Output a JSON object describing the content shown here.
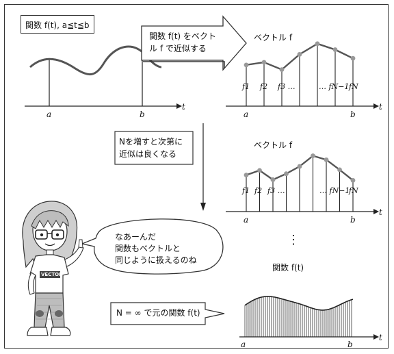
{
  "panel1": {
    "box_label": "関数 f(t), a≦t≦b",
    "axis_t": "t",
    "label_a": "a",
    "label_b": "b"
  },
  "arrow_note": "関数 f(t) をベクト\nル f で近似する",
  "panel2": {
    "title": "ベクトル f",
    "labels": [
      "f1",
      "f2",
      "f3 …",
      "… fN−1",
      "fN"
    ],
    "axis_t": "t",
    "label_a": "a",
    "label_b": "b",
    "values": [
      0.62,
      0.66,
      0.55,
      0.78,
      0.94,
      0.85,
      0.72
    ]
  },
  "side_note": "Nを増すと次第に\n近似は良くなる",
  "panel3": {
    "title": "ベクトル f",
    "labels": [
      "f1",
      "f2",
      "f3 …",
      "… fN−1",
      "fN"
    ],
    "axis_t": "t",
    "label_a": "a",
    "label_b": "b",
    "values": [
      0.55,
      0.62,
      0.48,
      0.57,
      0.68,
      0.84,
      0.78,
      0.63,
      0.47
    ]
  },
  "dots": "⋮",
  "speech": "なあーんだ\n関数もベクトルと\n同じように扱えるのね",
  "shirt_text": "VECTOR",
  "panel4": {
    "title": "関数 f(t)",
    "axis_t": "t",
    "label_a": "a",
    "label_b": "b"
  },
  "inf_note": "N = ∞ で元の関数 f(t)",
  "colors": {
    "curve": "#555555",
    "dot": "#999999",
    "line": "#222222",
    "hatch": "#333333"
  }
}
